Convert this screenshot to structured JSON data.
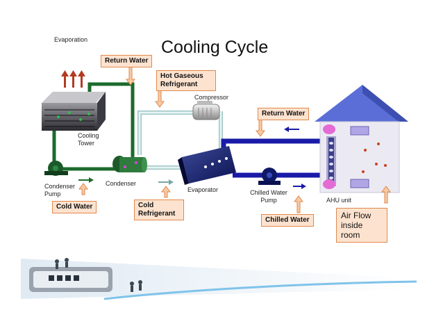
{
  "title": "Cooling Cycle",
  "labels": {
    "evaporation": "Evaporation",
    "compressor": "Compressor",
    "cooling_tower": "Cooling Tower",
    "condenser_pump": "Condenser Pump",
    "condenser": "Condenser",
    "evaporator": "Evaporator",
    "chilled_water_pump": "Chilled Water Pump",
    "ahu_unit": "AHU unit"
  },
  "callouts": {
    "return_water_top": "Return  Water",
    "hot_gaseous_refrigerant": "Hot Gaseous Refrigerant",
    "return_water_right": "Return Water",
    "cold_water": "Cold  Water",
    "cold_refrigerant": "Cold Refrigerant",
    "chilled_water": "Chilled Water",
    "air_flow": "Air Flow inside room"
  },
  "colors": {
    "green_pipe": "#1c6b2c",
    "blue_pipe": "#1a1aa8",
    "refrigerant_pipe": "#cfe6e6",
    "callout_fill": "#fde3cf",
    "callout_border": "#e0884c",
    "arrow_orange": "#f2b48a",
    "house_roof": "#5b6ed8",
    "heat_arrow": "#b33a22",
    "banner_line": "#7fc3ea"
  }
}
